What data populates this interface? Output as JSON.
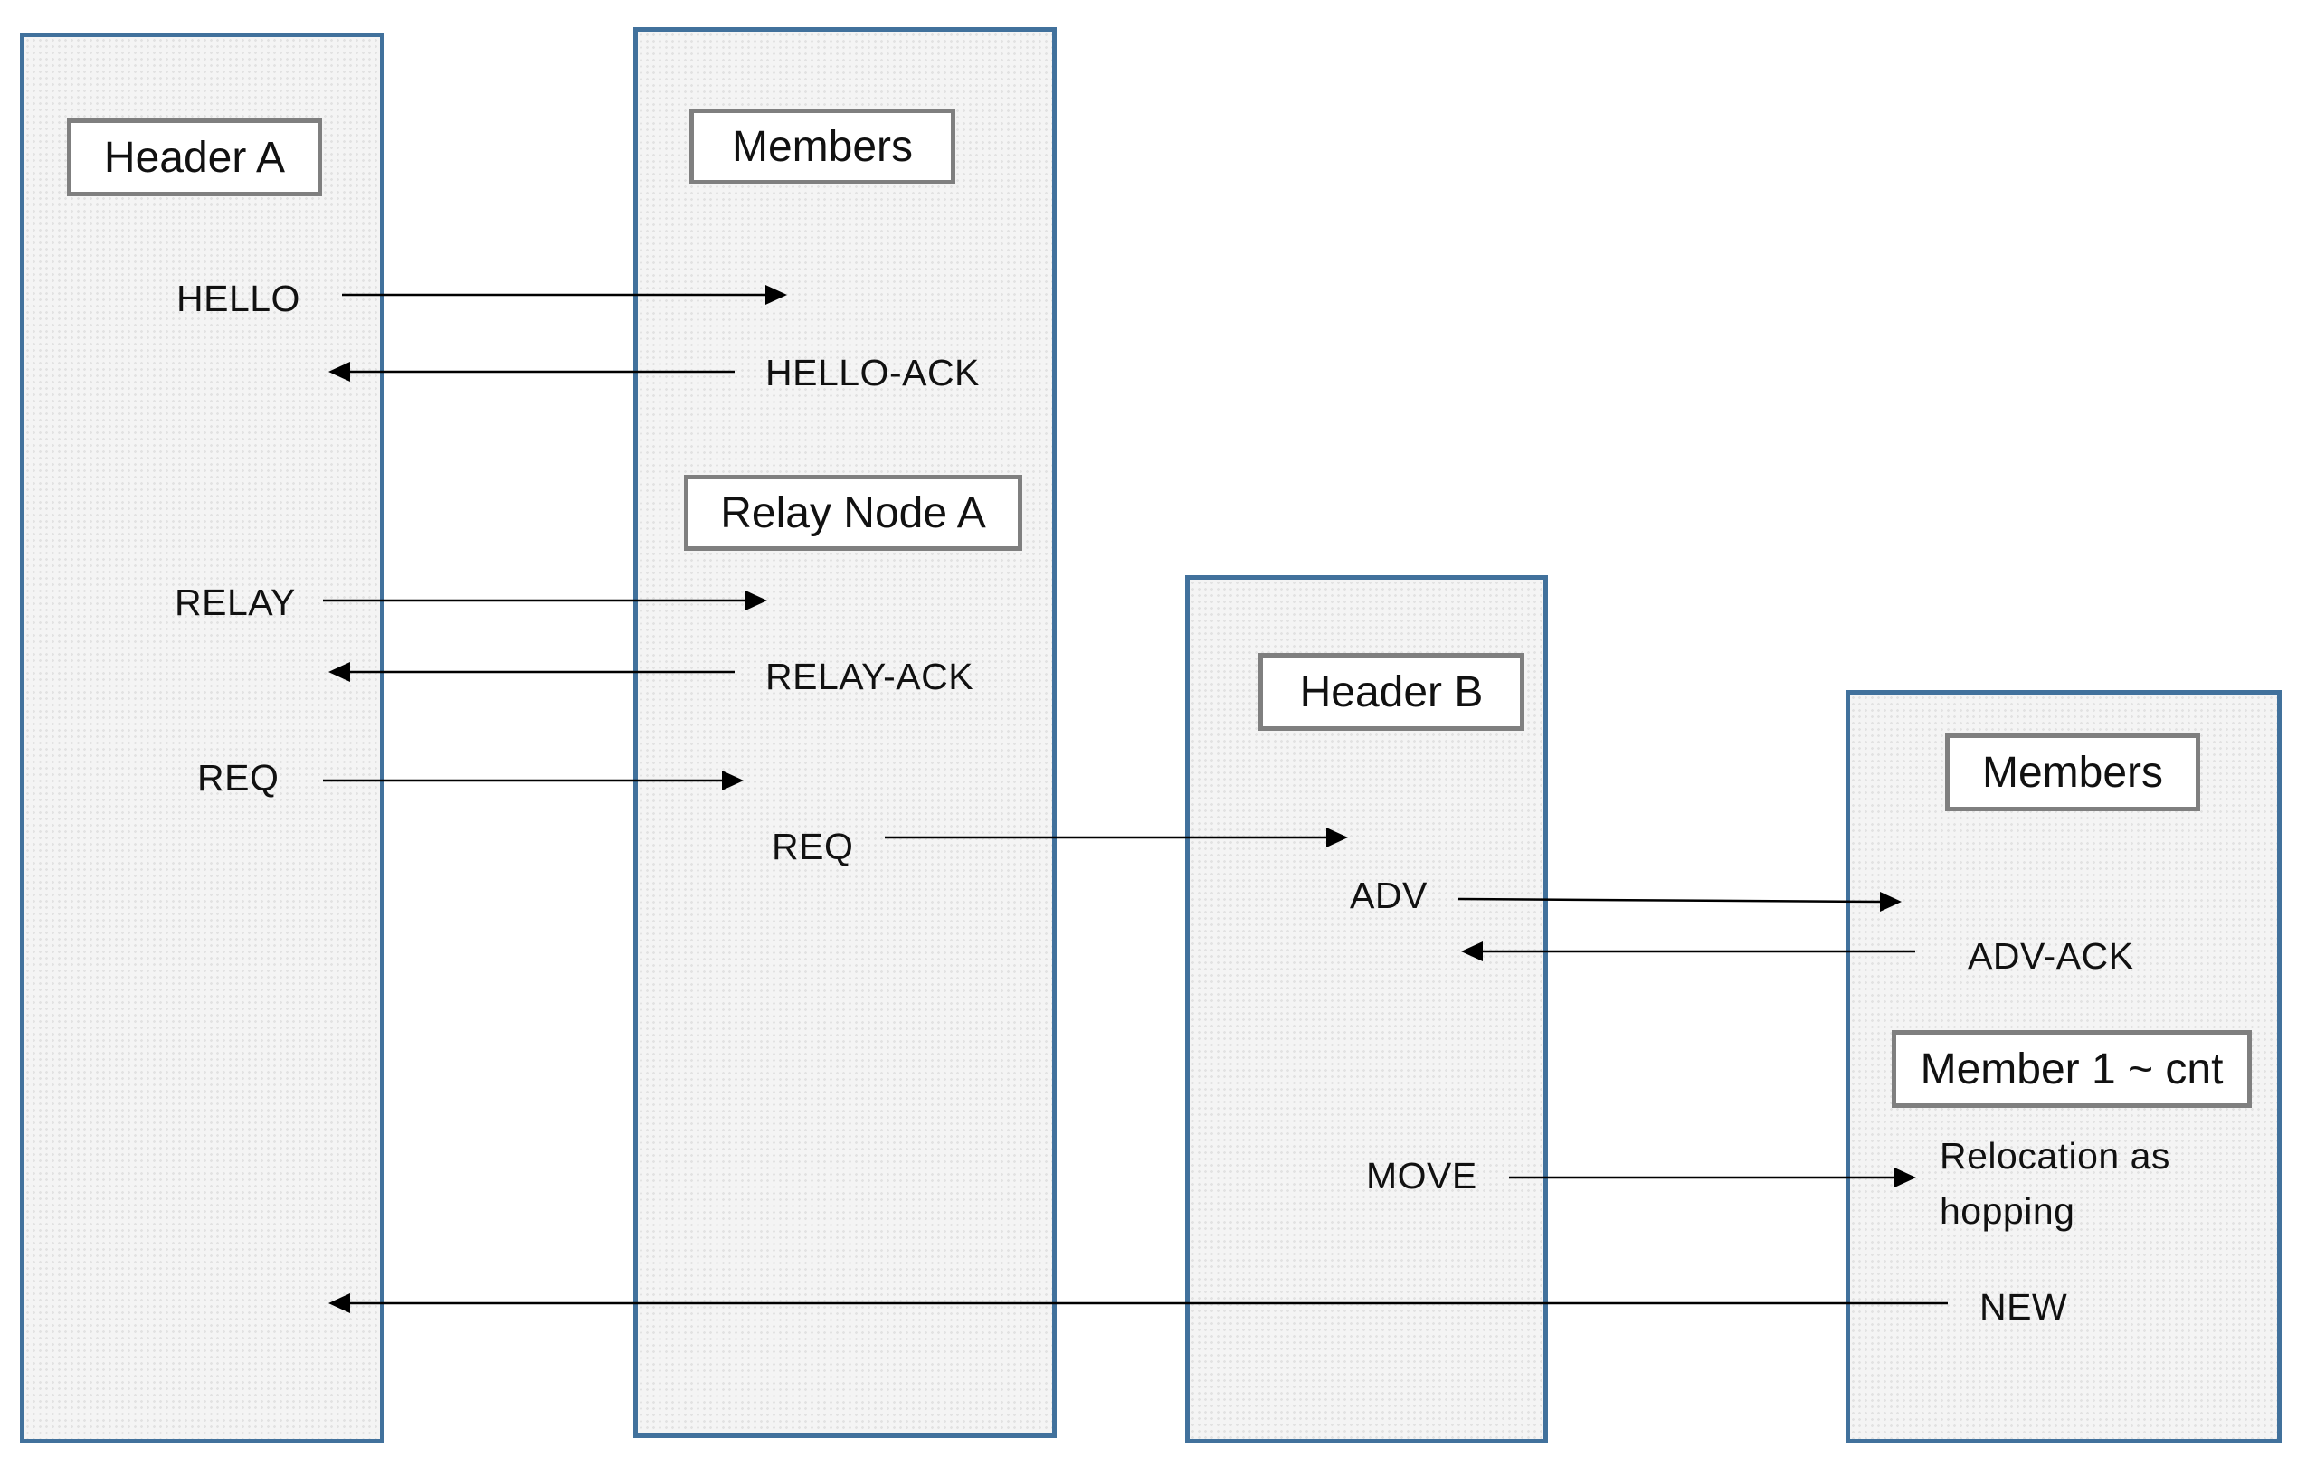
{
  "lanes": {
    "header_a": {
      "title": "Header A"
    },
    "members_a": {
      "title": "Members",
      "relay_box": "Relay Node A"
    },
    "header_b": {
      "title": "Header B"
    },
    "members_b": {
      "title": "Members",
      "member_box": "Member 1 ~ cnt"
    }
  },
  "messages": {
    "hello": "HELLO",
    "hello_ack": "HELLO-ACK",
    "relay": "RELAY",
    "relay_ack": "RELAY-ACK",
    "req_1": "REQ",
    "req_2": "REQ",
    "adv": "ADV",
    "adv_ack": "ADV-ACK",
    "move": "MOVE",
    "relocation_line1": "Relocation as",
    "relocation_line2": "hopping",
    "new": "NEW"
  },
  "colors": {
    "lane_border": "#41719c",
    "label_border": "#7f7f7f",
    "arrow": "#000000"
  }
}
